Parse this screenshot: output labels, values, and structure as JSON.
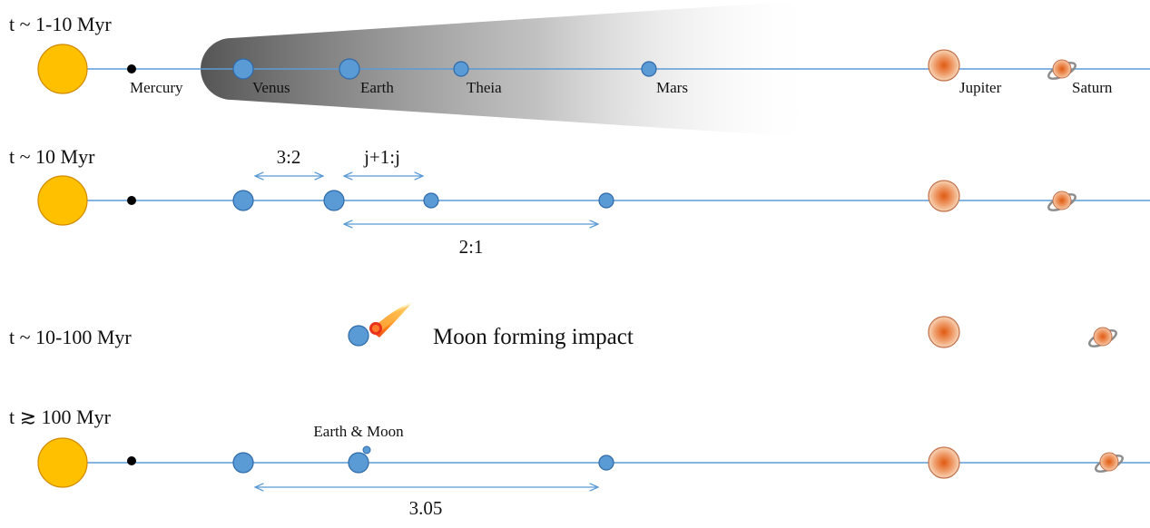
{
  "colors": {
    "orbit_line": "#5b9bd5",
    "sun_fill": "#ffc000",
    "sun_stroke": "#d08a00",
    "planet_fill": "#5b9bd5",
    "planet_stroke": "#2e6aa8",
    "mercury_fill": "#000000",
    "giant_outer": "#f4c7a1",
    "giant_core": "#e36c1c",
    "giant_stroke": "#c0704a",
    "ring_stroke": "#8c8c8c",
    "disk_dark": "#5a5a5a",
    "text": "#111111"
  },
  "panels": [
    {
      "id": "p1",
      "time_label": "t ~ 1-10 Myr",
      "planet_labels": {
        "mercury": "Mercury",
        "venus": "Venus",
        "earth": "Earth",
        "theia": "Theia",
        "mars": "Mars",
        "jupiter": "Jupiter",
        "saturn": "Saturn"
      }
    },
    {
      "id": "p2",
      "time_label": "t ~ 10 Myr",
      "resonances": {
        "r1": "3:2",
        "r2": "j+1:j",
        "r3": "2:1"
      }
    },
    {
      "id": "p3",
      "time_label": "t ~ 10-100 Myr",
      "event_label": "Moon forming impact"
    },
    {
      "id": "p4",
      "time_label": "t ≳ 100 Myr",
      "earth_moon_label": "Earth & Moon",
      "ratio_label": "3.05"
    }
  ]
}
